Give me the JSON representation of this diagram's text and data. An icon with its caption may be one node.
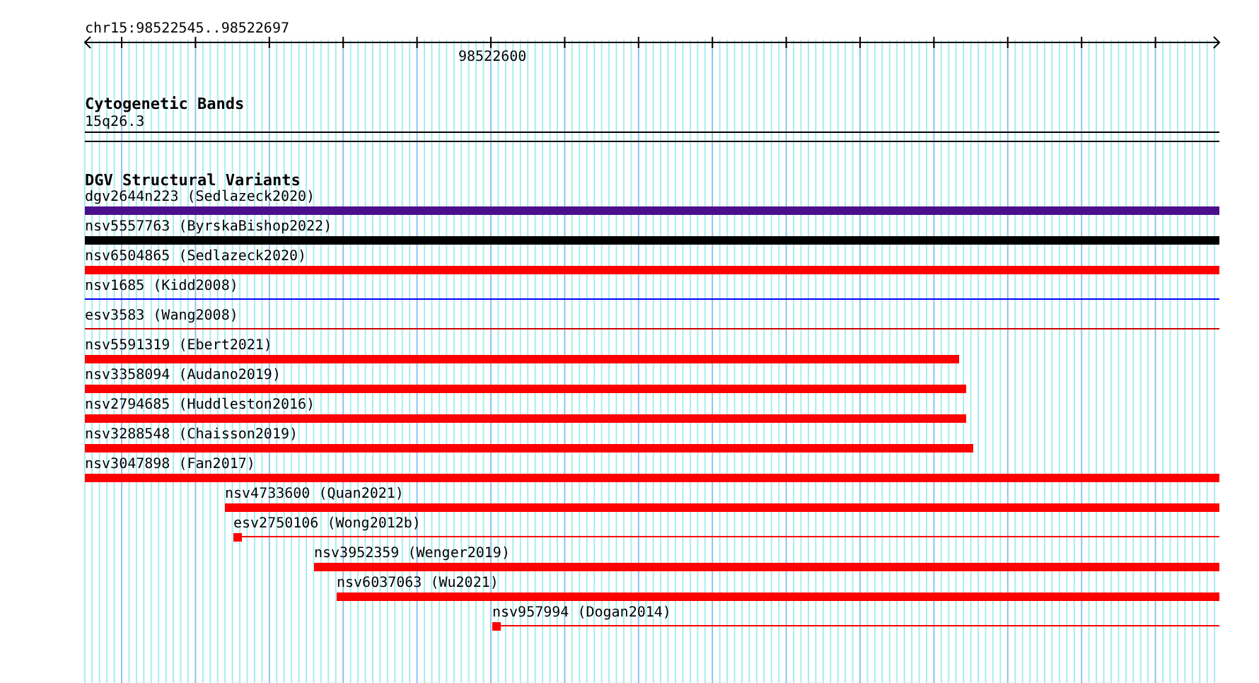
{
  "diagram": {
    "labels": [
      "chr15:98522545..98522697",
      "98522600",
      "Cytogenetic Bands",
      "15q26.3",
      "DGV Structural Variants",
      "dgv2644n223 (Sedlazeck2020)",
      "nsv5557763 (ByrskaBishop2022)",
      "nsv6504865 (Sedlazeck2020)",
      "nsv1685 (Kidd2008)",
      "esv3583 (Wang2008)",
      "nsv5591319 (Ebert2021)",
      "nsv3358094 (Audano2019)",
      "nsv2794685 (Huddleston2016)",
      "nsv3288548 (Chaisson2019)",
      "nsv3047898 (Fan2017)",
      "nsv4733600 (Quan2021)",
      "esv2750106 (Wong2012b)",
      "nsv3952359 (Wenger2019)",
      "nsv6037063 (Wu2021)",
      "nsv957994 (Dogan2014)"
    ]
  }
}
